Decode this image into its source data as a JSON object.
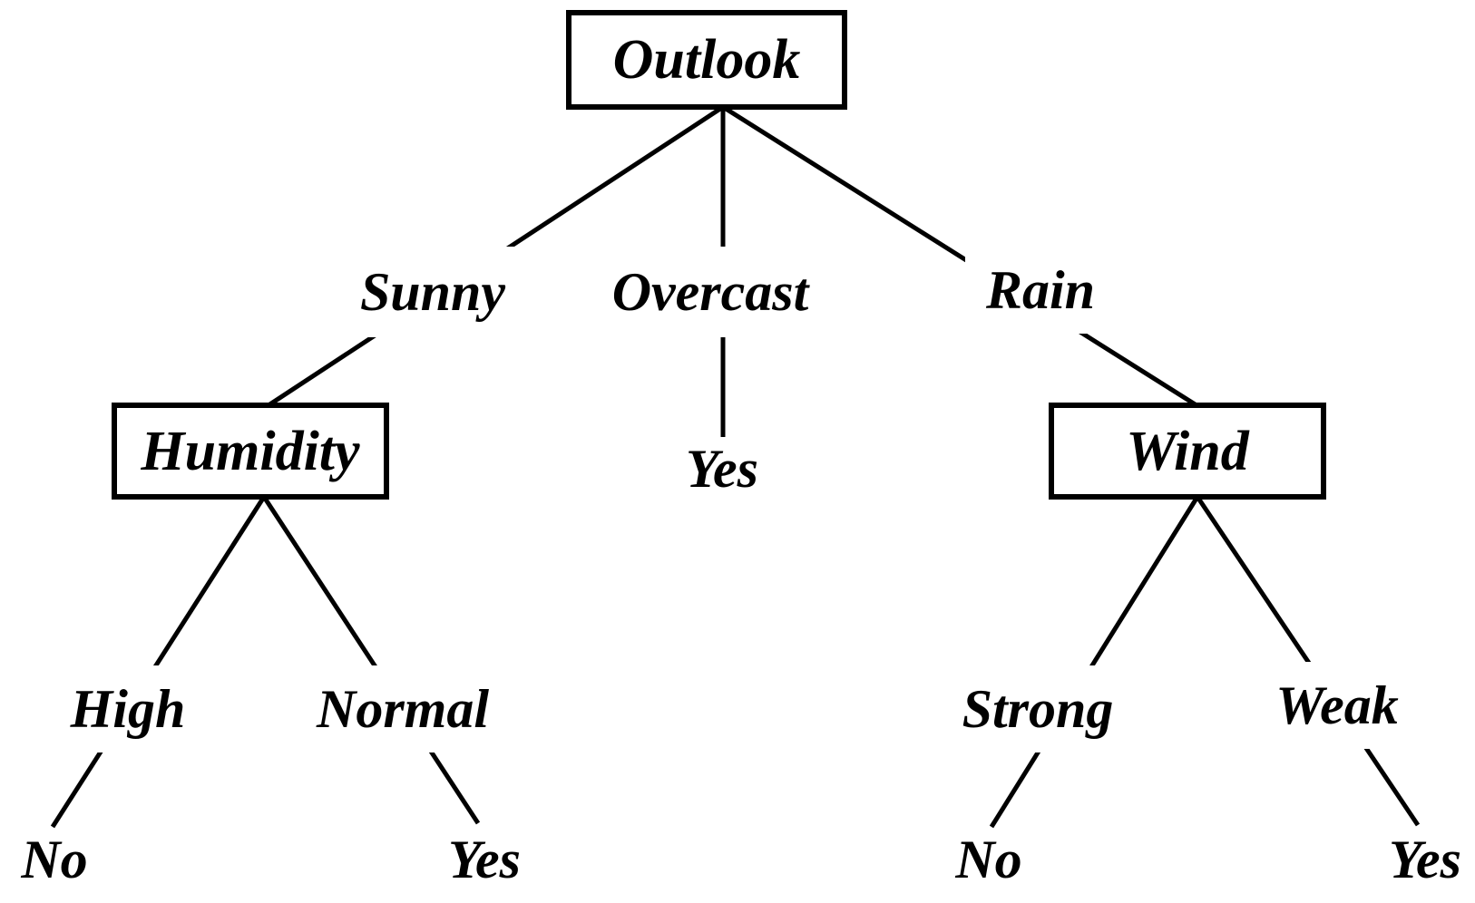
{
  "colors": {
    "background": "#ffffff",
    "line": "#000000",
    "text": "#000000"
  },
  "tree": {
    "root": {
      "label": "Outlook"
    },
    "branches": [
      {
        "label": "Sunny",
        "child": {
          "label": "Humidity",
          "branches": [
            {
              "label": "High",
              "child": {
                "label": "No"
              }
            },
            {
              "label": "Normal",
              "child": {
                "label": "Yes"
              }
            }
          ]
        }
      },
      {
        "label": "Overcast",
        "child": {
          "label": "Yes"
        }
      },
      {
        "label": "Rain",
        "child": {
          "label": "Wind",
          "branches": [
            {
              "label": "Strong",
              "child": {
                "label": "No"
              }
            },
            {
              "label": "Weak",
              "child": {
                "label": "Yes"
              }
            }
          ]
        }
      }
    ]
  }
}
